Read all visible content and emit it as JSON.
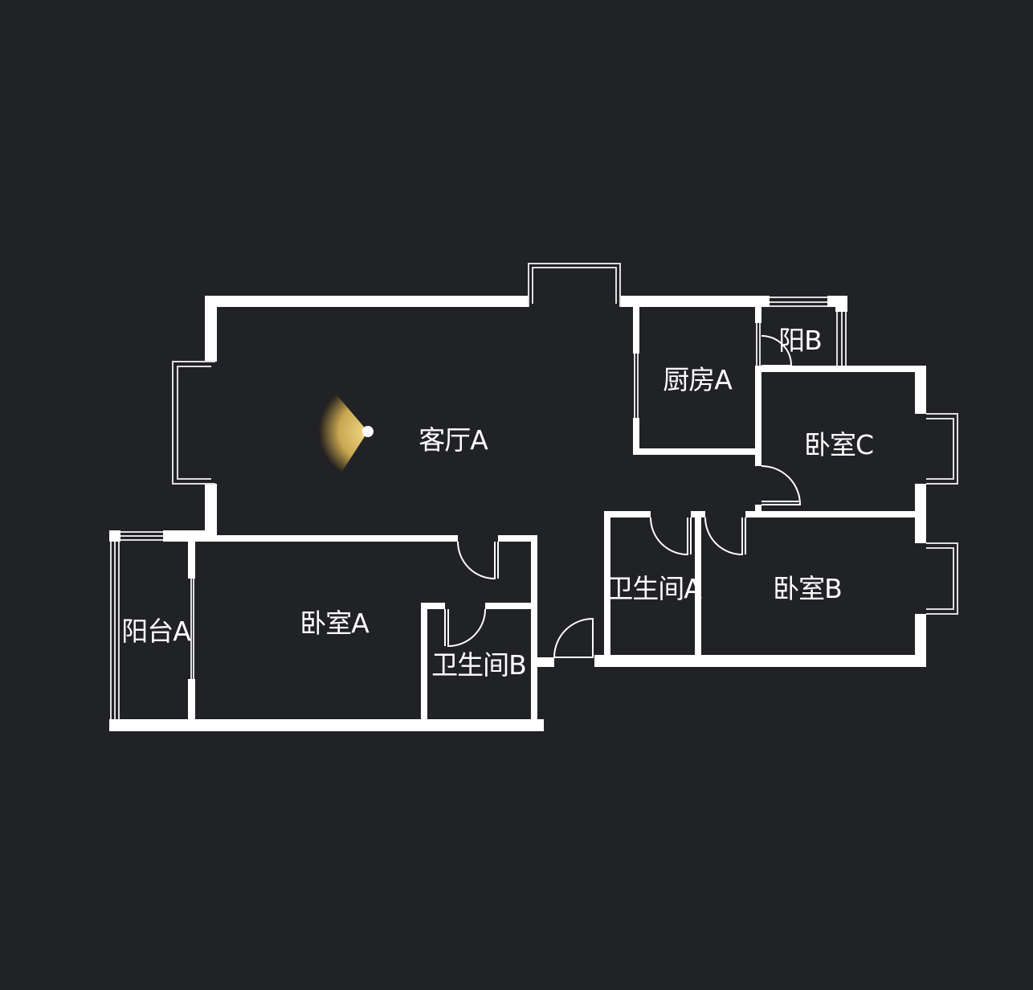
{
  "rooms": {
    "living": "客厅A",
    "kitchen": "厨房A",
    "balcony_b": "阳B",
    "bedroom_c": "卧室C",
    "bathroom_a": "卫生间A",
    "bedroom_b": "卧室B",
    "bedroom_a": "卧室A",
    "balcony_a": "阳台A",
    "bathroom_b": "卫生间B"
  },
  "colors": {
    "background": "#212226",
    "wall": "#ffffff",
    "camera": "#e8c56a"
  }
}
